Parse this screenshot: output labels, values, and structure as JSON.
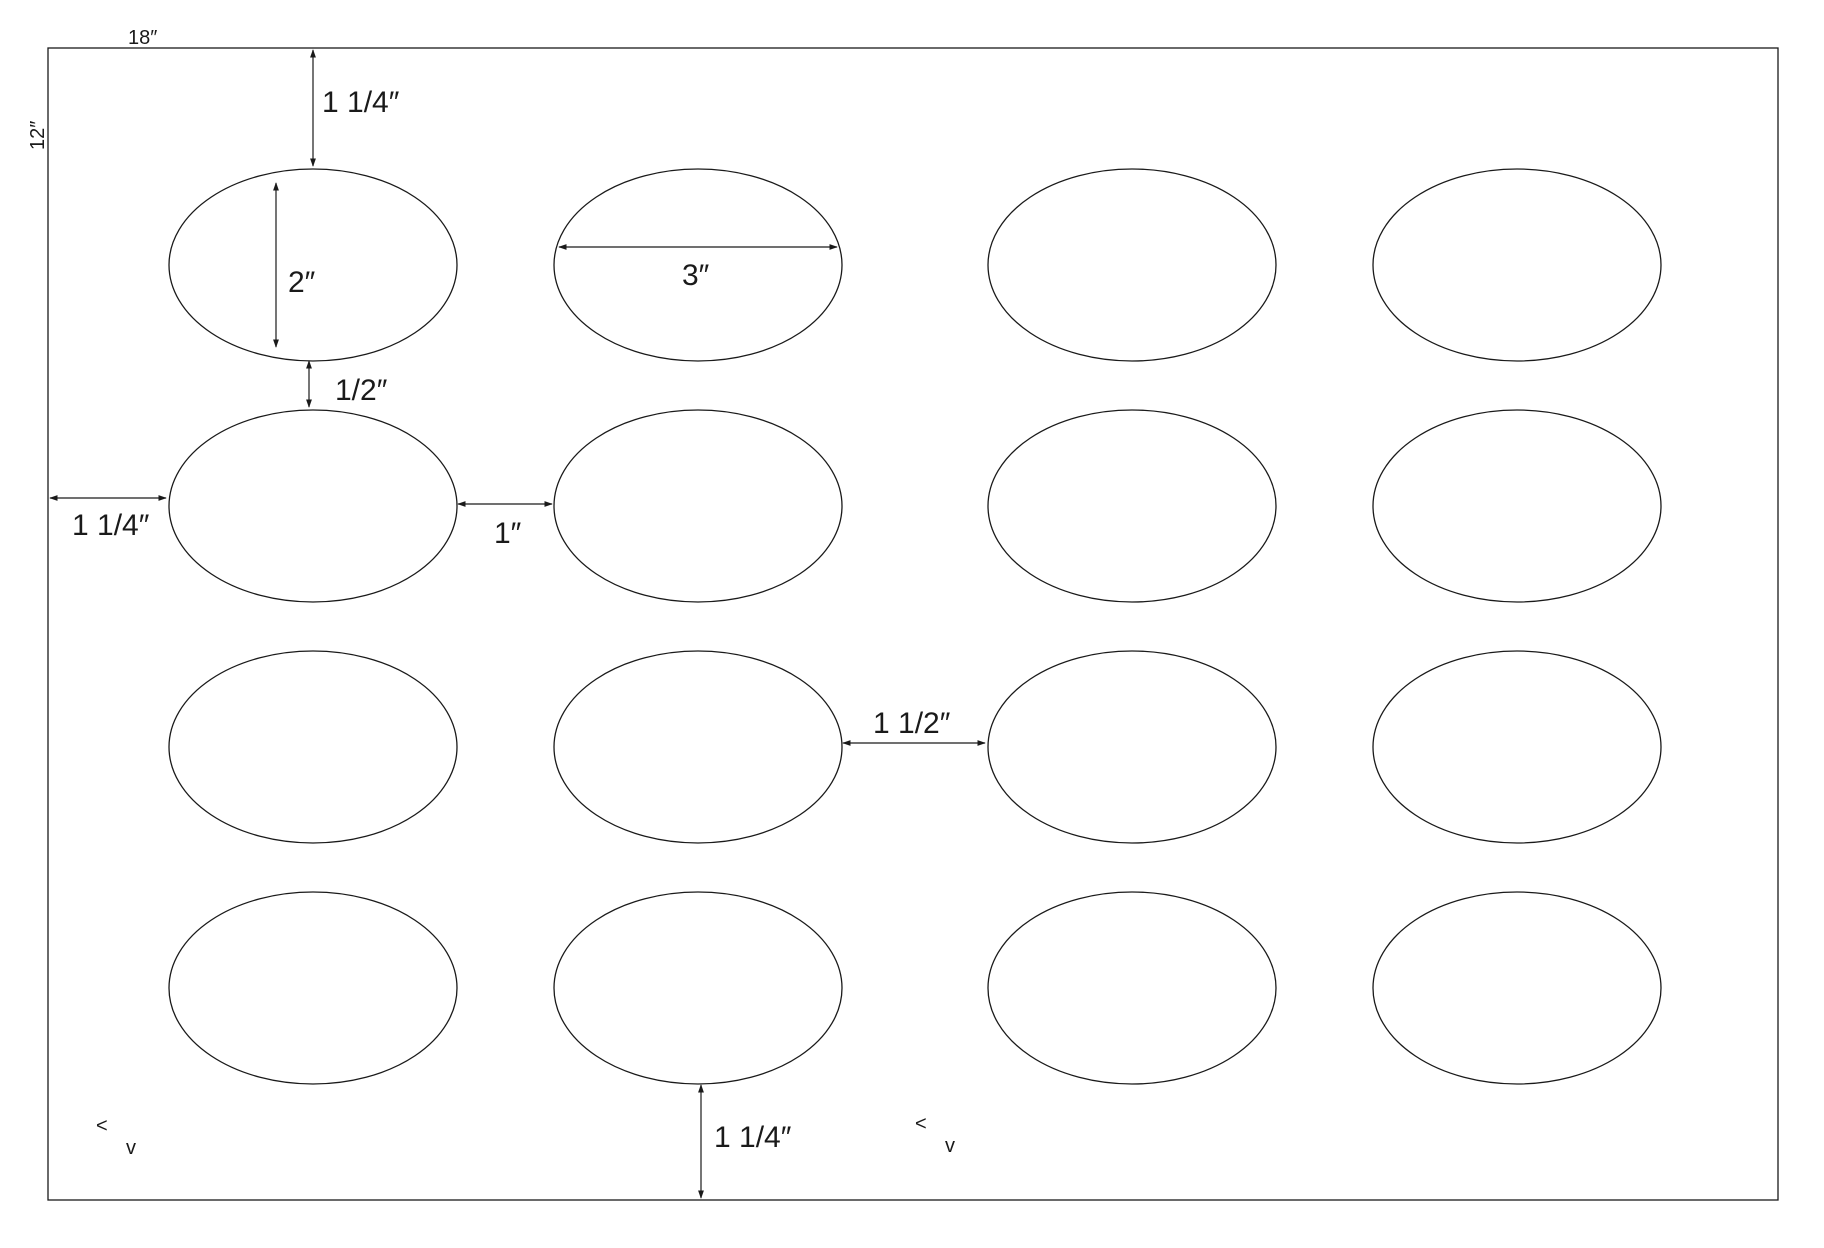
{
  "sheet": {
    "width_label": "18″",
    "height_label": "12″"
  },
  "grid": {
    "rows": 4,
    "columns": 4,
    "label_count": 16
  },
  "dimensions": {
    "top_margin": "1 1/4″",
    "label_height": "2″",
    "label_width": "3″",
    "row_gap": "1/2″",
    "left_margin": "1 1/4″",
    "column_gap": "1″",
    "center_gap": "1 1/2″",
    "bottom_margin": "1 1/4″"
  },
  "marks": [
    {
      "symbol": "<"
    },
    {
      "symbol": "v"
    },
    {
      "symbol": "<"
    },
    {
      "symbol": "v"
    }
  ]
}
